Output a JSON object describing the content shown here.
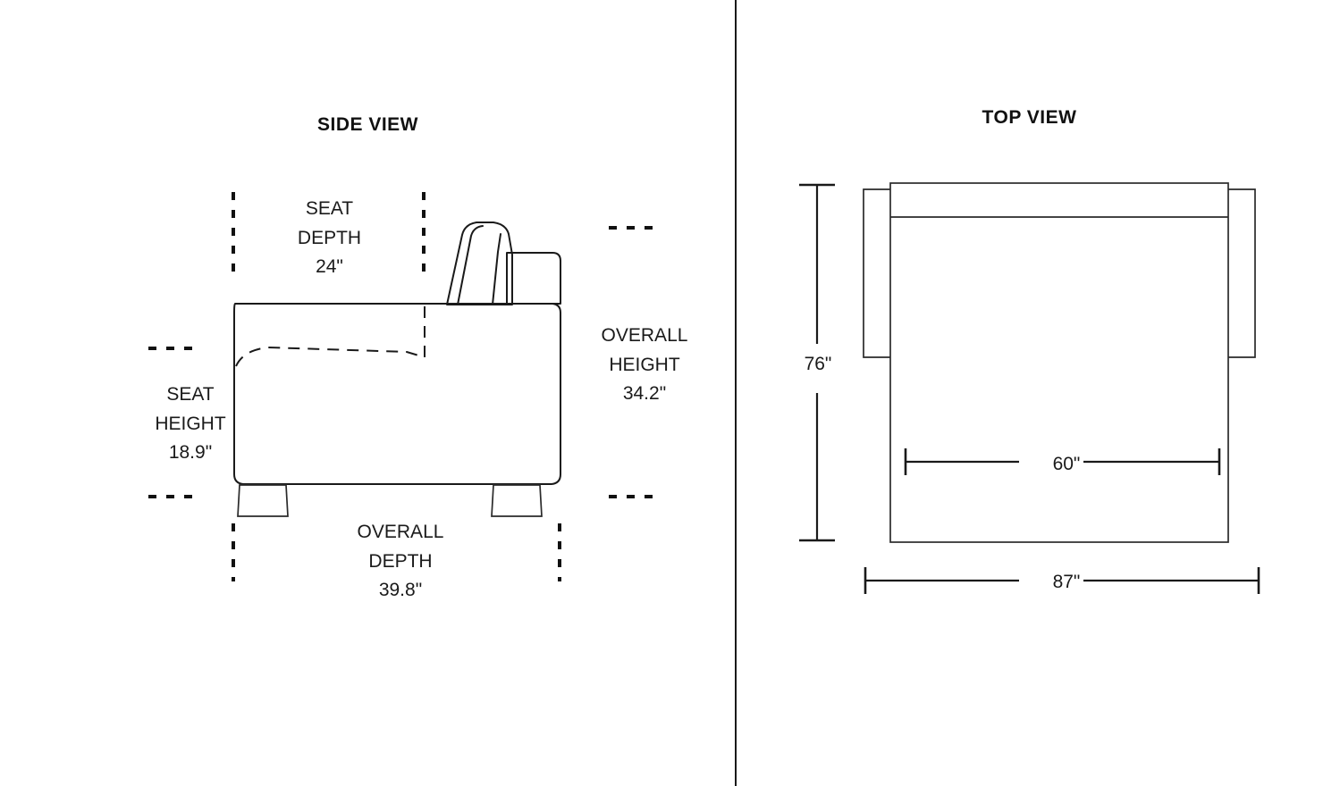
{
  "document": {
    "type": "furniture-dimension-diagram",
    "background_color": "#ffffff",
    "line_color": "#1a1a1a"
  },
  "side_view": {
    "title": "SIDE VIEW",
    "dimensions": {
      "seat_depth": {
        "label": "SEAT\nDEPTH\n24\"",
        "name": "SEAT DEPTH",
        "value": "24\""
      },
      "seat_height": {
        "label": "SEAT\nHEIGHT\n18.9\"",
        "name": "SEAT HEIGHT",
        "value": "18.9\""
      },
      "overall_height": {
        "label": "OVERALL\nHEIGHT\n34.2\"",
        "name": "OVERALL HEIGHT",
        "value": "34.2\""
      },
      "overall_depth": {
        "label": "OVERALL\nDEPTH\n39.8\"",
        "name": "OVERALL DEPTH",
        "value": "39.8\""
      }
    }
  },
  "top_view": {
    "title": "TOP VIEW",
    "dimensions": {
      "depth_76": {
        "label": "76\"",
        "value": "76\"",
        "orientation": "vertical"
      },
      "seat_width_60": {
        "label": "60\"",
        "value": "60\"",
        "orientation": "horizontal"
      },
      "overall_width_87": {
        "label": "87\"",
        "value": "87\"",
        "orientation": "horizontal"
      }
    }
  }
}
